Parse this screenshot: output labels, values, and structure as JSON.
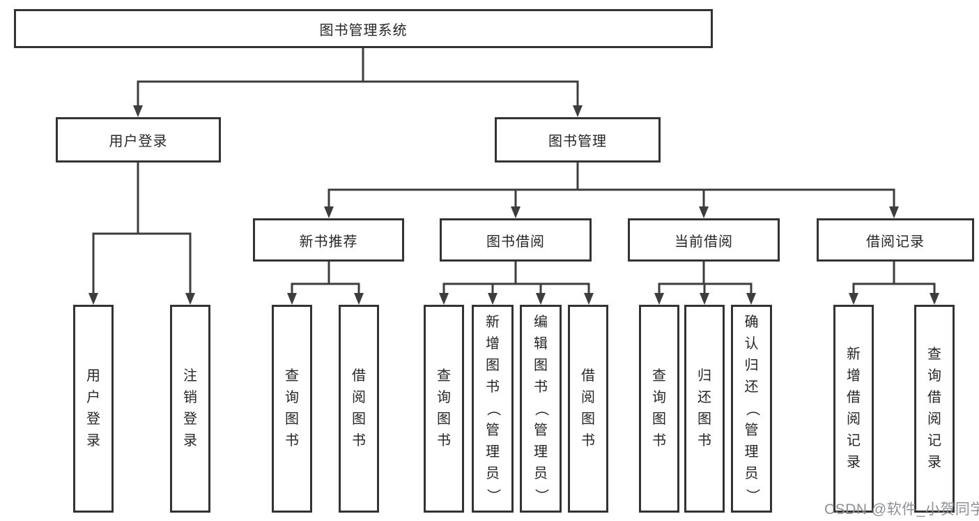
{
  "diagram": {
    "root": {
      "label": "图书管理系统"
    },
    "children": [
      {
        "label": "用户登录",
        "children": [
          {
            "label": "用户登录"
          },
          {
            "label": "注销登录"
          }
        ]
      },
      {
        "label": "图书管理",
        "children": [
          {
            "label": "新书推荐",
            "children": [
              {
                "label": "查询图书"
              },
              {
                "label": "借阅图书"
              }
            ]
          },
          {
            "label": "图书借阅",
            "children": [
              {
                "label": "查询图书"
              },
              {
                "label": "新增图书（管理员）"
              },
              {
                "label": "编辑图书（管理员）"
              },
              {
                "label": "借阅图书"
              }
            ]
          },
          {
            "label": "当前借阅",
            "children": [
              {
                "label": "查询图书"
              },
              {
                "label": "归还图书"
              },
              {
                "label": "确认归还（管理员）"
              }
            ]
          },
          {
            "label": "借阅记录",
            "children": [
              {
                "label": "新增借阅记录"
              },
              {
                "label": "查询借阅记录"
              }
            ]
          }
        ]
      }
    ]
  },
  "watermark": "CSDN @软件_小贺同学",
  "colors": {
    "line": "#3d3d3d",
    "box_border": "#333333",
    "text": "#262626",
    "watermark": "#8e9093",
    "background": "#ffffff"
  }
}
